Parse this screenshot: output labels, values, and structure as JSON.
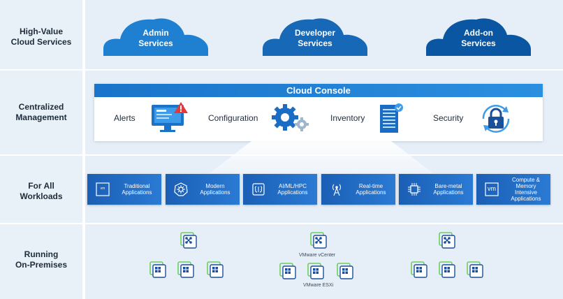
{
  "rows": [
    {
      "label": "High-Value\nCloud Services"
    },
    {
      "label": "Centralized\nManagement"
    },
    {
      "label": "For All\nWorkloads"
    },
    {
      "label": "Running\nOn-Premises"
    }
  ],
  "clouds": [
    {
      "label": "Admin\nServices",
      "color": "#1f7fd1"
    },
    {
      "label": "Developer\nServices",
      "color": "#1868b8"
    },
    {
      "label": "Add-on\nServices",
      "color": "#0a56a2"
    }
  ],
  "console": {
    "title": "Cloud Console",
    "features": [
      {
        "label": "Alerts",
        "icon": "alert-monitor-icon"
      },
      {
        "label": "Configuration",
        "icon": "gears-icon"
      },
      {
        "label": "Inventory",
        "icon": "document-list-icon"
      },
      {
        "label": "Security",
        "icon": "padlock-refresh-icon"
      }
    ]
  },
  "workloads": [
    {
      "label": "Traditional\nApplications",
      "icon": "server-box-icon",
      "icon_text": "vm"
    },
    {
      "label": "Modern\nApplications",
      "icon": "kubernetes-helm-icon"
    },
    {
      "label": "AI/ML/HPC\nApplications",
      "icon": "brain-chip-icon"
    },
    {
      "label": "Real-time\nApplications",
      "icon": "radio-tower-icon"
    },
    {
      "label": "Bare-metal\nApplications",
      "icon": "chip-icon"
    },
    {
      "label": "Compute &\nMemory\nIntensive\nApplications",
      "icon": "vm-box-icon",
      "icon_text": "vm"
    }
  ],
  "onprem": {
    "vcenter_label": "VMware vCenter",
    "esxi_label": "VMware ESXi",
    "vcenter_icon": "vcenter-network-icon",
    "esxi_icon": "esxi-host-icon"
  }
}
